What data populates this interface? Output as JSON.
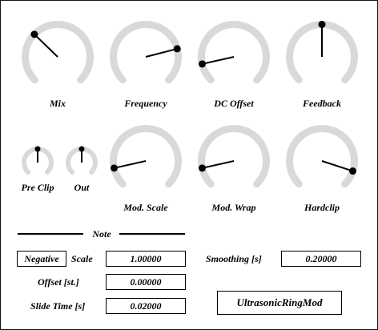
{
  "knobs": {
    "mix": {
      "label": "Mix",
      "value": 0.33
    },
    "frequency": {
      "label": "Frequency",
      "value": 0.78
    },
    "dc_offset": {
      "label": "DC Offset",
      "value": 0.12
    },
    "feedback": {
      "label": "Feedback",
      "value": 0.5
    },
    "pre_clip": {
      "label": "Pre Clip",
      "value": 0.5
    },
    "out": {
      "label": "Out",
      "value": 0.5
    },
    "mod_scale": {
      "label": "Mod. Scale",
      "value": 0.12
    },
    "mod_wrap": {
      "label": "Mod. Wrap",
      "value": 0.12
    },
    "hardclip": {
      "label": "Hardclip",
      "value": 0.9
    }
  },
  "colors": {
    "track": "#d9d9d9",
    "needle": "#000000",
    "border": "#111111"
  },
  "note": {
    "title": "Note",
    "negative_button": "Negative",
    "scale_label": "Scale",
    "scale_value": "1.00000",
    "offset_label": "Offset [st.]",
    "offset_value": "0.00000",
    "slide_label": "Slide Time [s]",
    "slide_value": "0.02000"
  },
  "smoothing": {
    "label": "Smoothing [s]",
    "value": "0.20000"
  },
  "plugin_title": "UltrasonicRingMod"
}
